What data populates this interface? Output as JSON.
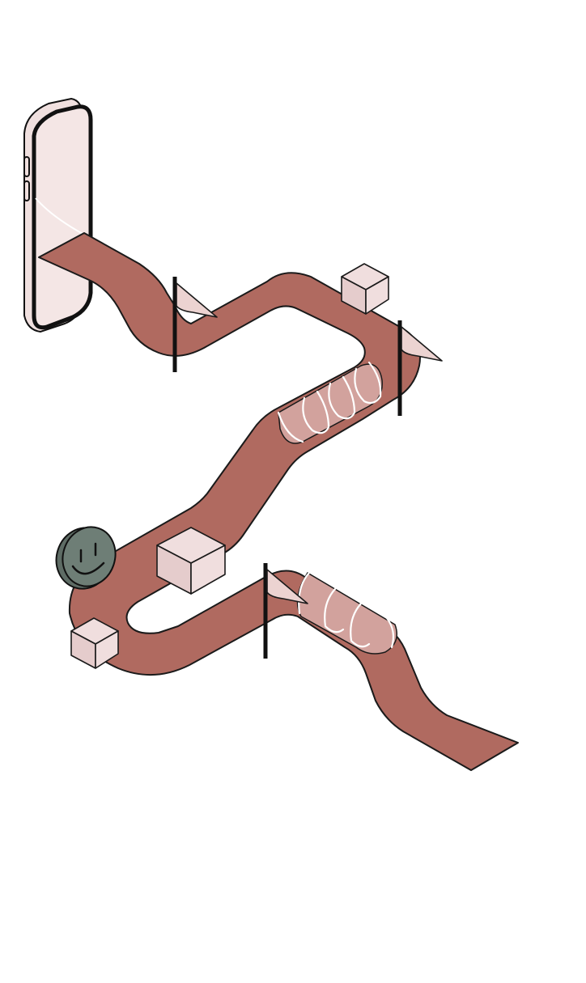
{
  "illustration": {
    "colors": {
      "background": "#ffffff",
      "road": "#b06a60",
      "road_outline": "#1a1a1a",
      "tunnel": "#d2a29d",
      "tunnel_rings": "#ffffff",
      "phone_body": "#f0e0df",
      "phone_screen": "#f4e6e5",
      "box_face_top": "#f0dede",
      "box_face_side": "#e5cccc",
      "flag_cloth": "#ecd3d1",
      "flag_pole": "#111111",
      "smiley_token": "#6e7e76"
    },
    "icons": {
      "phone": "smartphone-icon",
      "flags": "flag-icon",
      "boxes": "package-icon",
      "token": "smiley-face-icon"
    },
    "counts": {
      "flags": 3,
      "boxes": 3,
      "tunnels": 2
    }
  }
}
